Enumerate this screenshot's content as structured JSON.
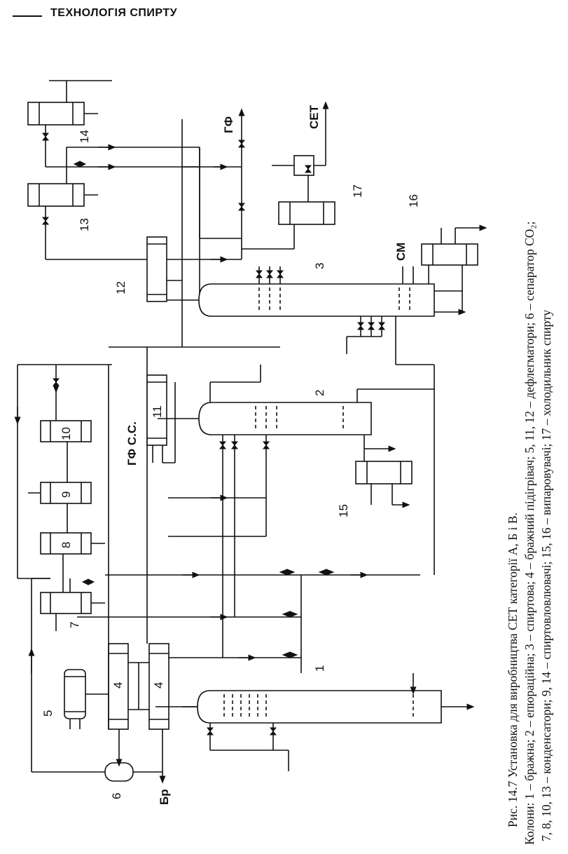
{
  "header": {
    "section": "ТЕХНОЛОГІЯ СПИРТУ"
  },
  "caption": {
    "title": "Рис. 14.7 Установка для виробництва СЕТ категорії А, Б і В.",
    "line1": "Колони: 1 – бражна; 2 – епюраційна; 3 – спиртова; 4 – бражний підігрівач; 5, 11, 12 – дефлегматори; 6 – сепаратор CO₂;",
    "line2": "7, 8, 10, 13 – конденсатори; 9, 14 – спиртовловлювачі; 15, 16 – випаровувачі; 17 – холодильник спирту"
  },
  "labels": {
    "n1": "1",
    "n2": "2",
    "n3": "3",
    "n4a": "4",
    "n4b": "4",
    "n5": "5",
    "n6": "6",
    "n7": "7",
    "n8": "8",
    "n9": "9",
    "n10": "10",
    "n11": "11",
    "n12": "12",
    "n13": "13",
    "n14": "14",
    "n15": "15",
    "n16": "16",
    "n17": "17",
    "gf": "ГФ",
    "set": "СЕТ",
    "sm": "СМ",
    "gfss": "ГФ С.С.",
    "br": "Бр"
  }
}
